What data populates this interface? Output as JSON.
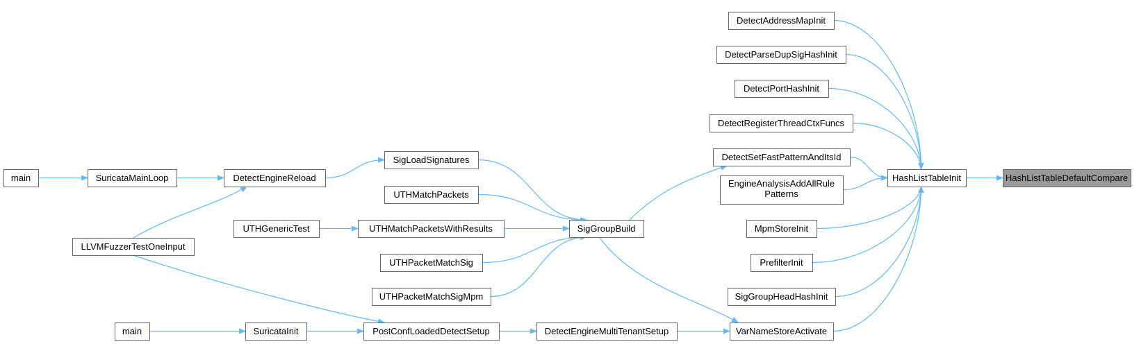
{
  "diagram": {
    "nodes": [
      {
        "id": "HashListTableDefaultCompare",
        "label": "HashListTableDefaultCompare",
        "highlighted": true
      },
      {
        "id": "HashListTableInit",
        "label": "HashListTableInit"
      },
      {
        "id": "DetectAddressMapInit",
        "label": "DetectAddressMapInit"
      },
      {
        "id": "DetectParseDupSigHashInit",
        "label": "DetectParseDupSigHashInit"
      },
      {
        "id": "DetectPortHashInit",
        "label": "DetectPortHashInit"
      },
      {
        "id": "DetectRegisterThreadCtxFuncs",
        "label": "DetectRegisterThreadCtxFuncs"
      },
      {
        "id": "DetectSetFastPatternAndItsId",
        "label": "DetectSetFastPatternAndItsId"
      },
      {
        "id": "EngineAnalysisAddAllRulePatterns",
        "label_lines": [
          "EngineAnalysisAddAllRule",
          "Patterns"
        ]
      },
      {
        "id": "MpmStoreInit",
        "label": "MpmStoreInit"
      },
      {
        "id": "PrefilterInit",
        "label": "PrefilterInit"
      },
      {
        "id": "SigGroupHeadHashInit",
        "label": "SigGroupHeadHashInit"
      },
      {
        "id": "VarNameStoreActivate",
        "label": "VarNameStoreActivate"
      },
      {
        "id": "SigGroupBuild",
        "label": "SigGroupBuild"
      },
      {
        "id": "DetectEngineMultiTenantSetup",
        "label": "DetectEngineMultiTenantSetup"
      },
      {
        "id": "PostConfLoadedDetectSetup",
        "label": "PostConfLoadedDetectSetup"
      },
      {
        "id": "SuricataInit",
        "label": "SuricataInit"
      },
      {
        "id": "main2",
        "label": "main"
      },
      {
        "id": "LLVMFuzzerTestOneInput",
        "label": "LLVMFuzzerTestOneInput"
      },
      {
        "id": "SigLoadSignatures",
        "label": "SigLoadSignatures"
      },
      {
        "id": "UTHMatchPackets",
        "label": "UTHMatchPackets"
      },
      {
        "id": "UTHMatchPacketsWithResults",
        "label": "UTHMatchPacketsWithResults"
      },
      {
        "id": "UTHGenericTest",
        "label": "UTHGenericTest"
      },
      {
        "id": "UTHPacketMatchSig",
        "label": "UTHPacketMatchSig"
      },
      {
        "id": "UTHPacketMatchSigMpm",
        "label": "UTHPacketMatchSigMpm"
      },
      {
        "id": "DetectEngineReload",
        "label": "DetectEngineReload"
      },
      {
        "id": "SuricataMainLoop",
        "label": "SuricataMainLoop"
      },
      {
        "id": "main1",
        "label": "main"
      }
    ],
    "edges": [
      {
        "from": "HashListTableInit",
        "to": "HashListTableDefaultCompare"
      },
      {
        "from": "DetectAddressMapInit",
        "to": "HashListTableInit"
      },
      {
        "from": "DetectParseDupSigHashInit",
        "to": "HashListTableInit"
      },
      {
        "from": "DetectPortHashInit",
        "to": "HashListTableInit"
      },
      {
        "from": "DetectRegisterThreadCtxFuncs",
        "to": "HashListTableInit"
      },
      {
        "from": "DetectSetFastPatternAndItsId",
        "to": "HashListTableInit"
      },
      {
        "from": "EngineAnalysisAddAllRulePatterns",
        "to": "HashListTableInit"
      },
      {
        "from": "MpmStoreInit",
        "to": "HashListTableInit"
      },
      {
        "from": "PrefilterInit",
        "to": "HashListTableInit"
      },
      {
        "from": "SigGroupHeadHashInit",
        "to": "HashListTableInit"
      },
      {
        "from": "VarNameStoreActivate",
        "to": "HashListTableInit"
      },
      {
        "from": "SigGroupBuild",
        "to": "DetectSetFastPatternAndItsId"
      },
      {
        "from": "SigGroupBuild",
        "to": "VarNameStoreActivate"
      },
      {
        "from": "DetectEngineMultiTenantSetup",
        "to": "VarNameStoreActivate"
      },
      {
        "from": "PostConfLoadedDetectSetup",
        "to": "DetectEngineMultiTenantSetup"
      },
      {
        "from": "SuricataInit",
        "to": "PostConfLoadedDetectSetup"
      },
      {
        "from": "main2",
        "to": "SuricataInit"
      },
      {
        "from": "LLVMFuzzerTestOneInput",
        "to": "PostConfLoadedDetectSetup"
      },
      {
        "from": "SigLoadSignatures",
        "to": "SigGroupBuild"
      },
      {
        "from": "UTHMatchPackets",
        "to": "SigGroupBuild"
      },
      {
        "from": "UTHMatchPacketsWithResults",
        "to": "SigGroupBuild"
      },
      {
        "from": "UTHGenericTest",
        "to": "UTHMatchPacketsWithResults"
      },
      {
        "from": "UTHPacketMatchSig",
        "to": "SigGroupBuild"
      },
      {
        "from": "UTHPacketMatchSigMpm",
        "to": "SigGroupBuild"
      },
      {
        "from": "DetectEngineReload",
        "to": "SigLoadSignatures"
      },
      {
        "from": "SuricataMainLoop",
        "to": "DetectEngineReload"
      },
      {
        "from": "main1",
        "to": "SuricataMainLoop"
      },
      {
        "from": "LLVMFuzzerTestOneInput",
        "to": "DetectEngineReload"
      }
    ]
  },
  "colors": {
    "edge": "#63b8ff",
    "node_border": "#666666",
    "highlight_fill": "#999999"
  }
}
